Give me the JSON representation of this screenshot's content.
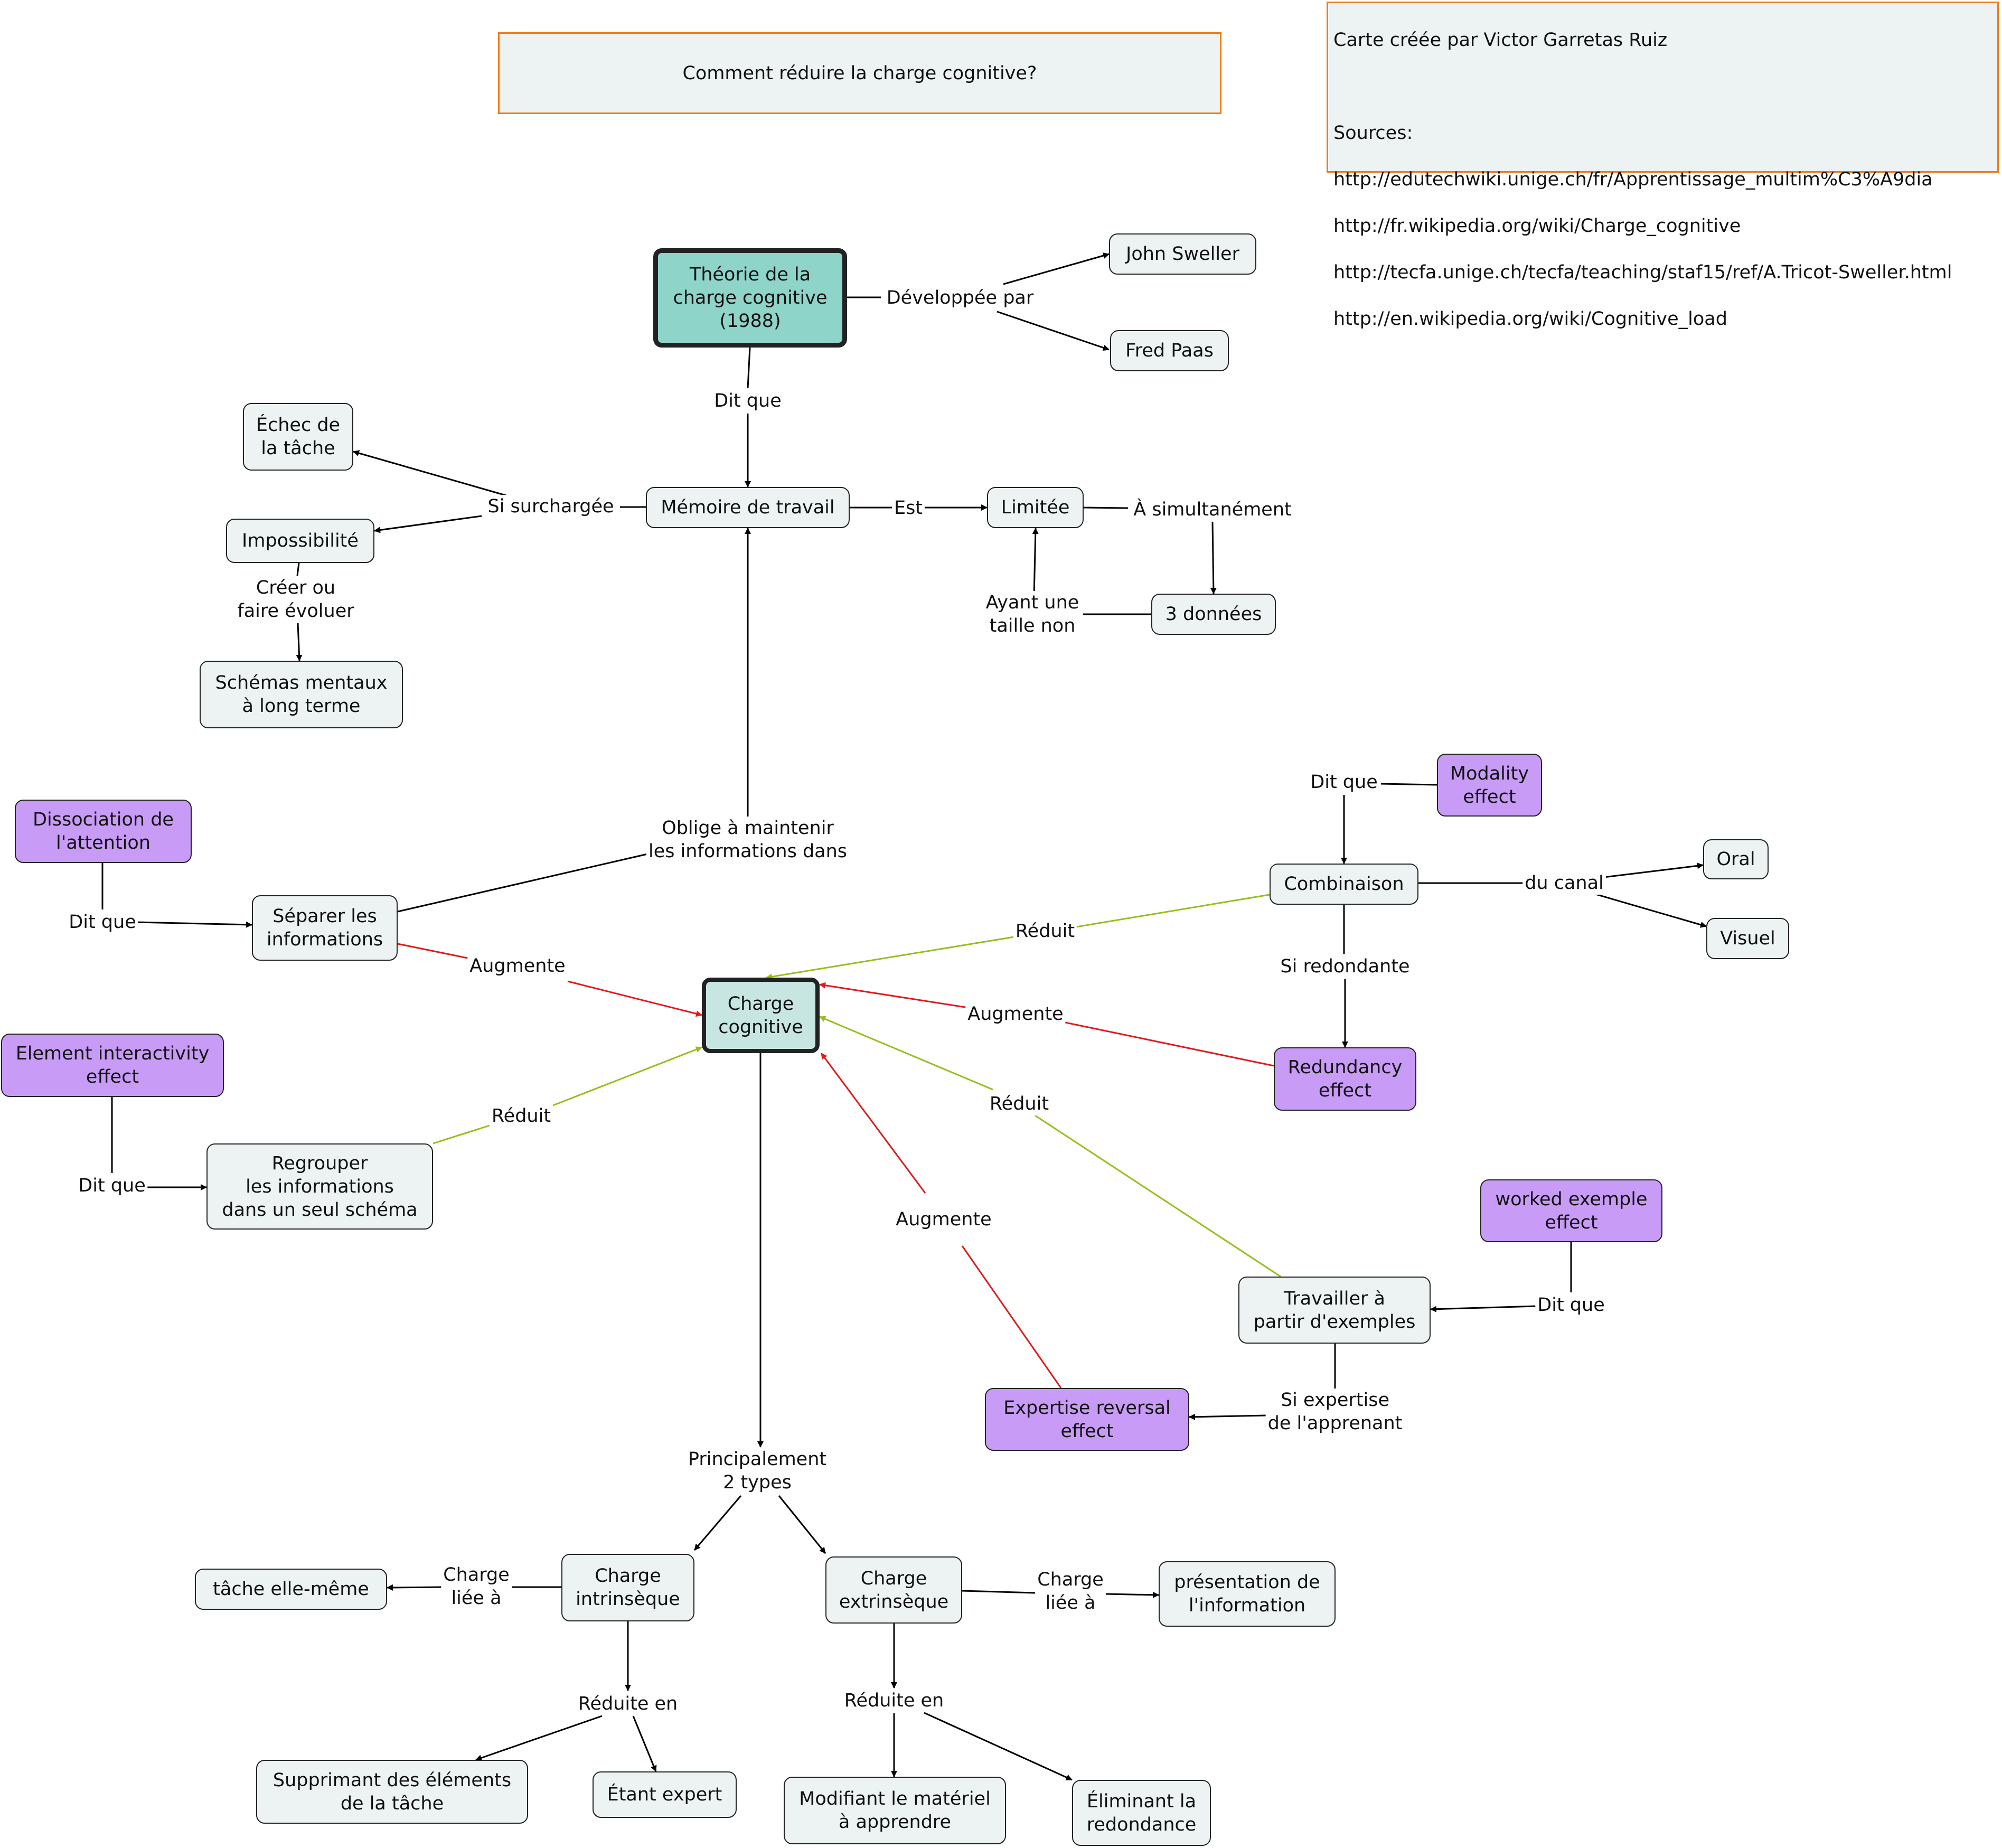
{
  "colors": {
    "default_edge": "#000000",
    "reduces_edge": "#95bf1a",
    "increases_edge": "#e01a1a",
    "purple_node": "#c89bf7",
    "teal_node": "#8ed4c9",
    "frame_border": "#f07b18"
  },
  "title": "Comment réduire la charge cognitive?",
  "credits": {
    "author": "Carte créée par Victor Garretas Ruiz",
    "sources_label": "Sources:",
    "sources": [
      "http://edutechwiki.unige.ch/fr/Apprentissage_multim%C3%A9dia",
      "http://fr.wikipedia.org/wiki/Charge_cognitive",
      "http://tecfa.unige.ch/tecfa/teaching/staf15/ref/A.Tricot-Sweller.html",
      "http://en.wikipedia.org/wiki/Cognitive_load"
    ]
  },
  "nodes": {
    "theorie": "Théorie de la\ncharge cognitive\n(1988)",
    "sweller": "John Sweller",
    "paas": "Fred Paas",
    "memoire": "Mémoire de travail",
    "limitee": "Limitée",
    "trois": "3 données",
    "echec": "Échec de\nla tâche",
    "impossibilite": "Impossibilité",
    "schemas": "Schémas mentaux\nà long terme",
    "dissociation": "Dissociation de\nl'attention",
    "separer": "Séparer les\ninformations",
    "charge": "Charge\ncognitive",
    "element": "Element interactivity\neffect",
    "regrouper": "Regrouper\nles informations\ndans un seul schéma",
    "modality": "Modality\neffect",
    "combinaison": "Combinaison",
    "oral": "Oral",
    "visuel": "Visuel",
    "redundancy": "Redundancy\neffect",
    "worked": "worked exemple\neffect",
    "travailler": "Travailler à\npartir d'exemples",
    "expertise": "Expertise reversal\neffect",
    "intrinseque": "Charge\nintrinsèque",
    "extrinseque": "Charge\nextrinsèque",
    "tache": "tâche elle-même",
    "presentation": "présentation de\nl'information",
    "supprimant": "Supprimant des éléments\nde la tâche",
    "expert": "Étant expert",
    "modifiant": "Modifiant le matériel\nà apprendre",
    "eliminant": "Éliminant la\nredondance"
  },
  "links": {
    "developpee": "Développée par",
    "dit_que_theorie": "Dit que",
    "est": "Est",
    "simultanement": "À simultanément",
    "ayant": "Ayant une\ntaille non",
    "surchargee": "Si surchargée",
    "creer": "Créer ou\nfaire évoluer",
    "oblige": "Oblige à maintenir\nles informations dans",
    "dit_que_dissociation": "Dit que",
    "augmente_separer": "Augmente",
    "dit_que_element": "Dit que",
    "reduit_regrouper": "Réduit",
    "dit_que_modality": "Dit que",
    "du_canal": "du canal",
    "reduit_combinaison": "Réduit",
    "si_redondante": "Si redondante",
    "augmente_redundancy": "Augmente",
    "reduit_travailler": "Réduit",
    "dit_que_worked": "Dit que",
    "si_expertise": "Si expertise\nde l'apprenant",
    "augmente_expertise": "Augmente",
    "principalement": "Principalement\n2 types",
    "liee_intrinseque": "Charge\nliée à",
    "liee_extrinseque": "Charge\nliée à",
    "reduite_intrinseque": "Réduite en",
    "reduite_extrinseque": "Réduite en"
  }
}
